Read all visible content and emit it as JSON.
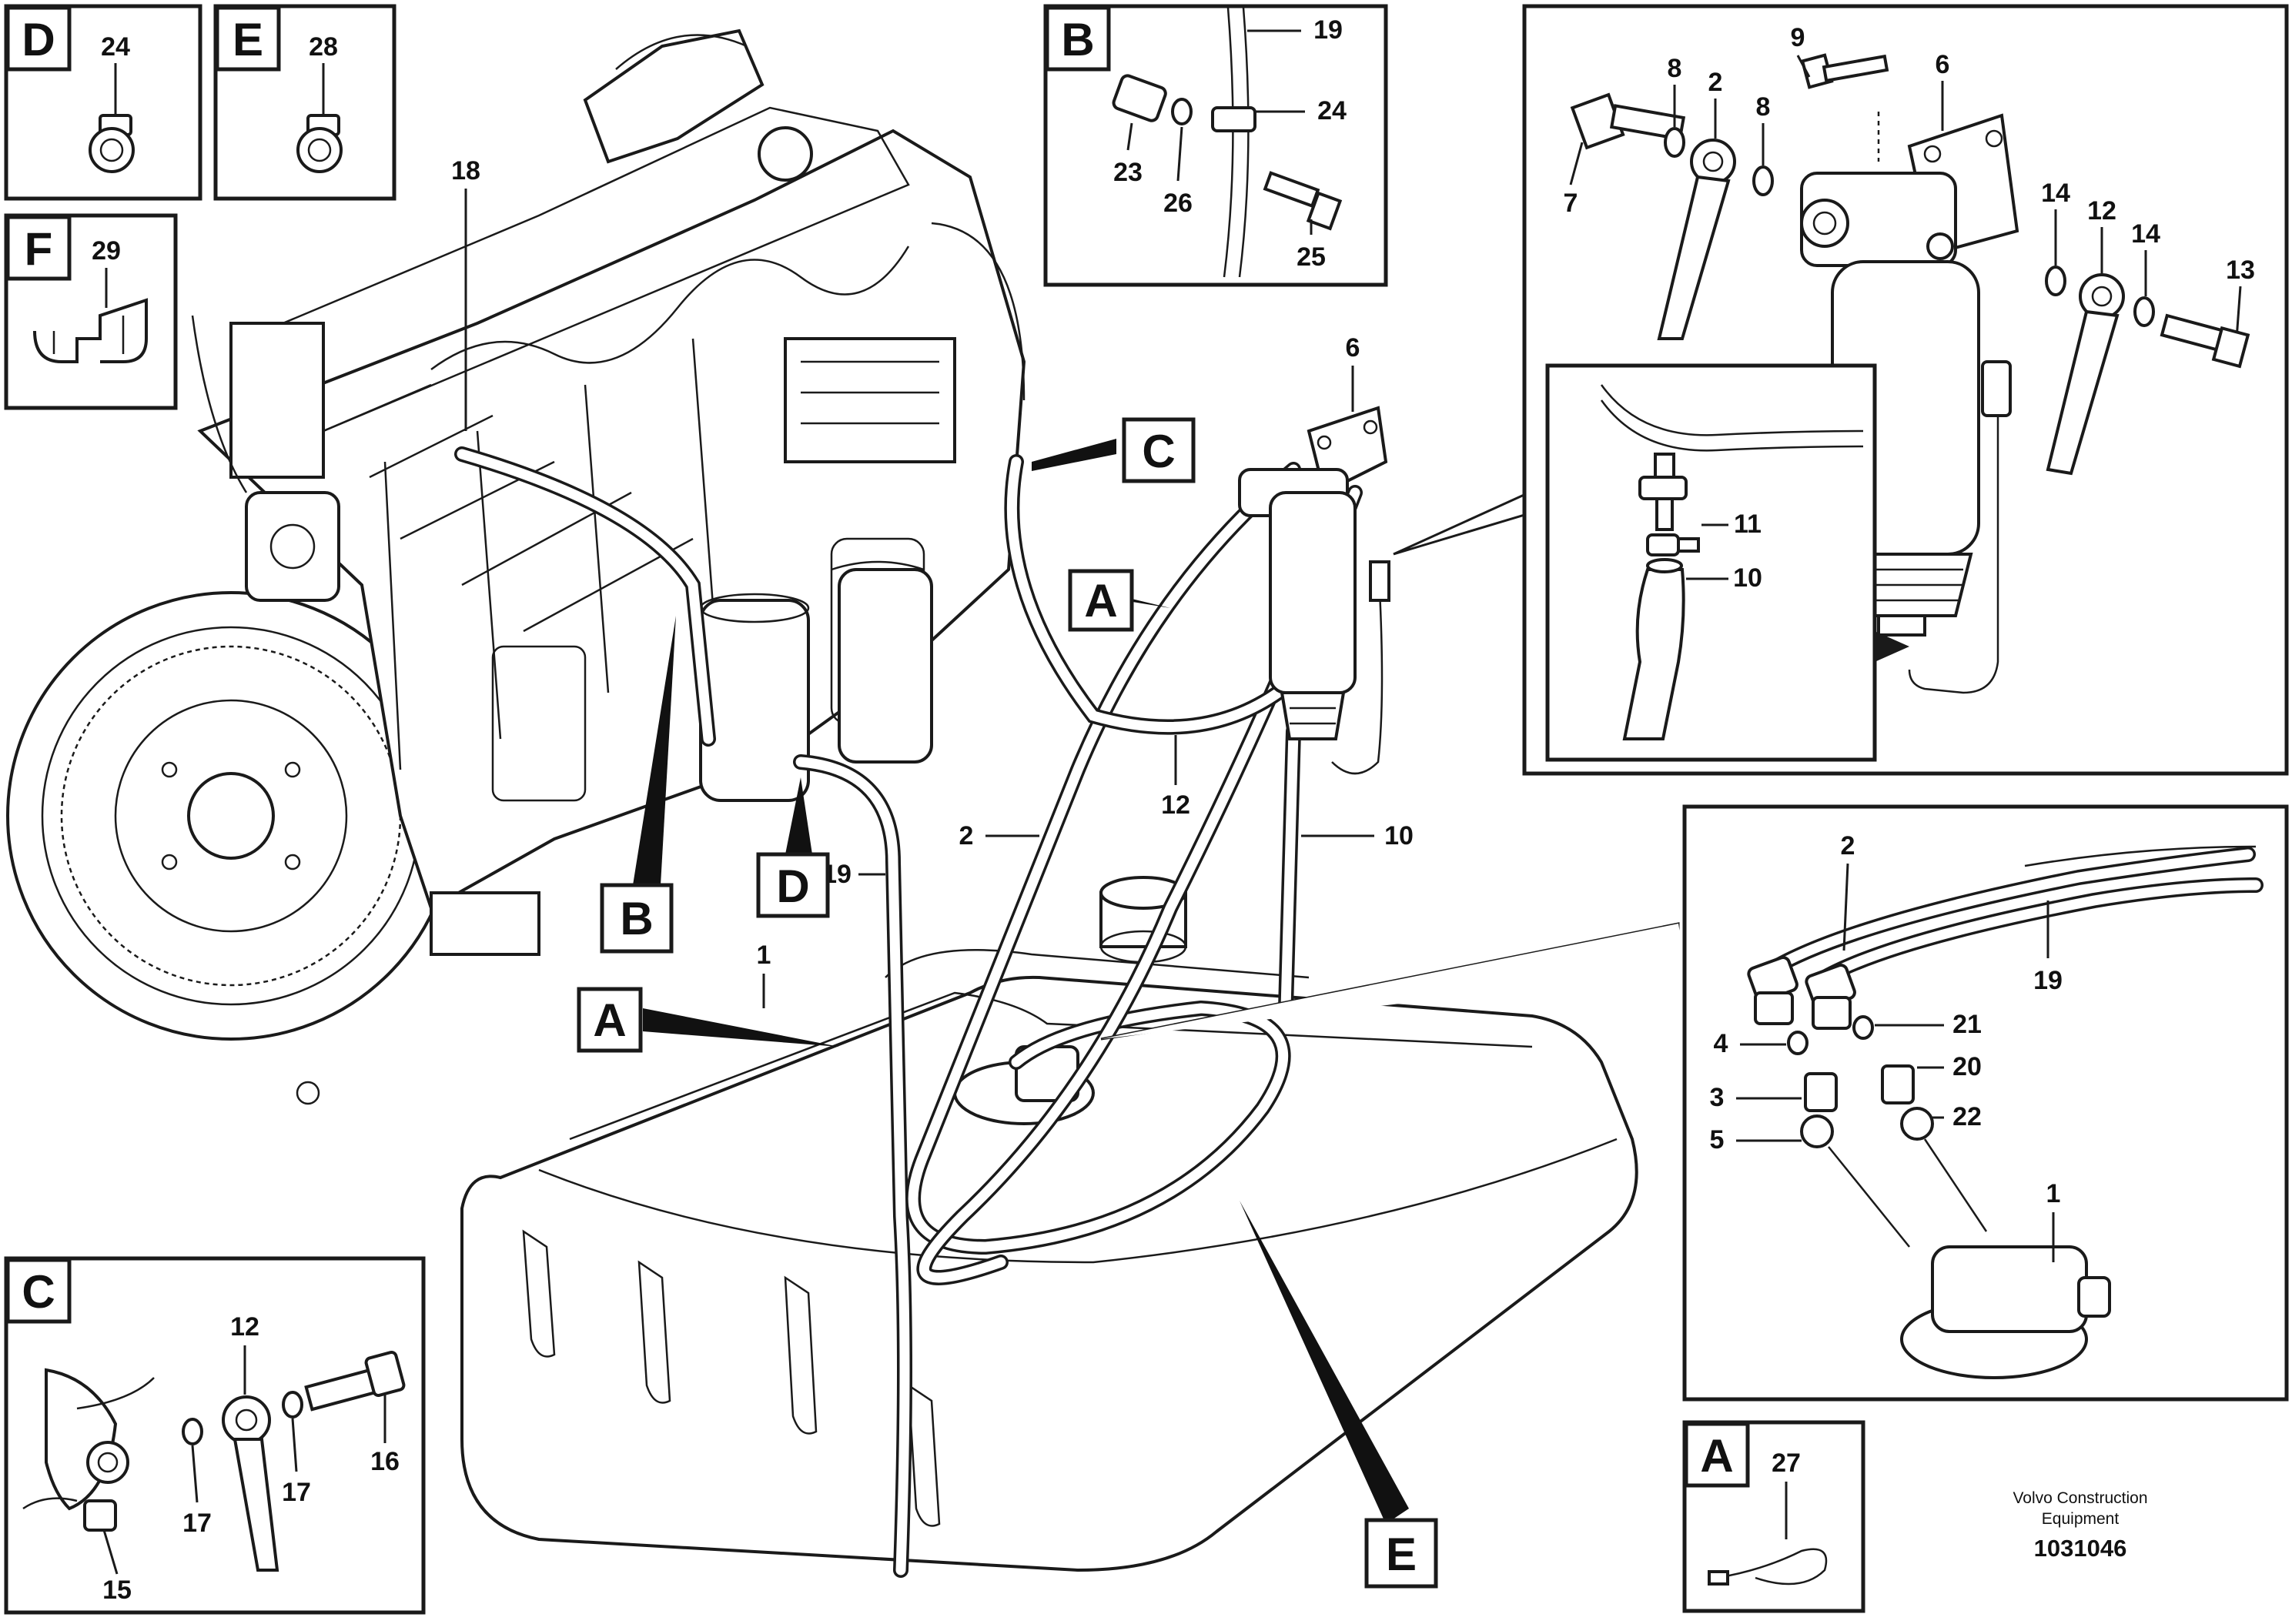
{
  "diagram": {
    "credit": [
      "Volvo Construction",
      "Equipment"
    ],
    "document_number": "1031046"
  },
  "insets": {
    "D": {
      "letter": "D",
      "parts": [
        "24"
      ]
    },
    "E": {
      "letter": "E",
      "parts": [
        "28"
      ]
    },
    "F": {
      "letter": "F",
      "parts": [
        "29"
      ]
    },
    "B": {
      "letter": "B",
      "parts": [
        "19",
        "24",
        "23",
        "26",
        "25"
      ]
    },
    "filter": {
      "parts": [
        "9",
        "8",
        "2",
        "8",
        "6",
        "7",
        "14",
        "12",
        "14",
        "13"
      ]
    },
    "drain": {
      "parts": [
        "11",
        "10"
      ]
    },
    "pickup": {
      "parts": [
        "2",
        "19",
        "21",
        "4",
        "20",
        "3",
        "5",
        "22",
        "1"
      ]
    },
    "C": {
      "letter": "C",
      "parts": [
        "12",
        "17",
        "17",
        "16",
        "15"
      ]
    },
    "A": {
      "letter": "A",
      "parts": [
        "27"
      ]
    }
  },
  "main": {
    "callouts": [
      "18",
      "6",
      "12",
      "2",
      "19",
      "10",
      "1"
    ],
    "view_markers": [
      "C",
      "A",
      "B",
      "D",
      "A",
      "E"
    ]
  }
}
